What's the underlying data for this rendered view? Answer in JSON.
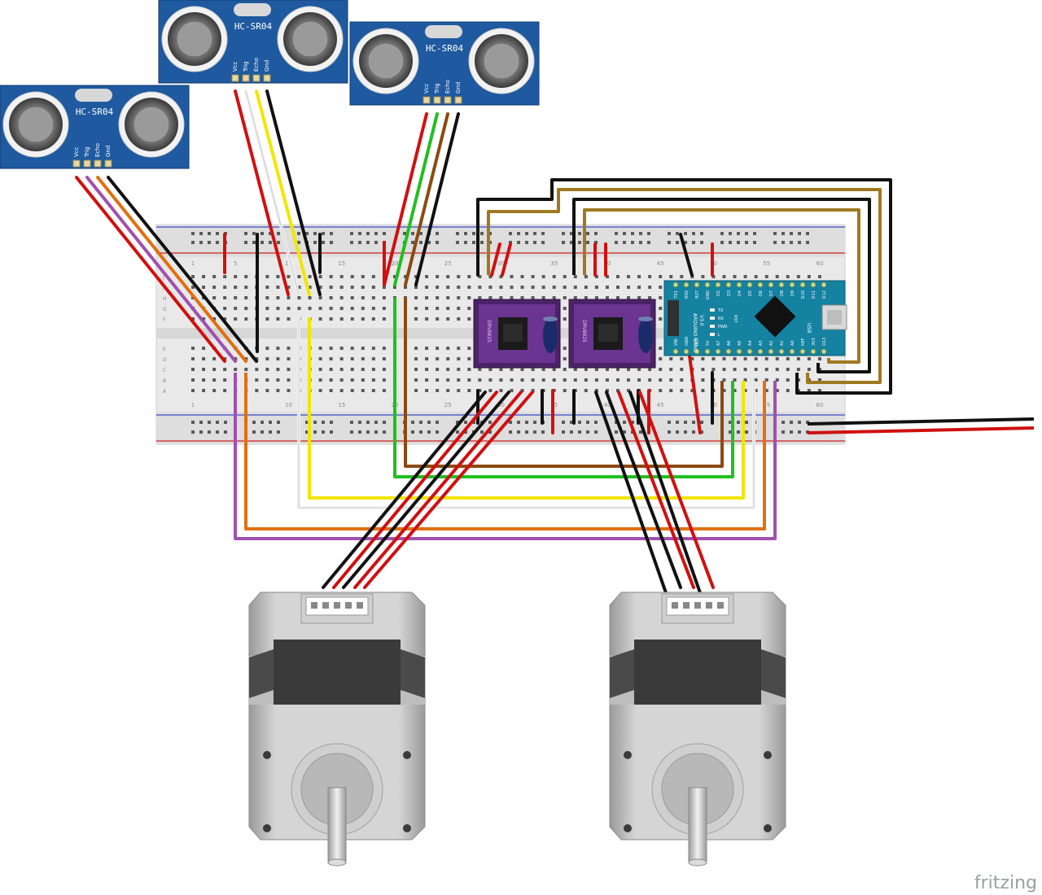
{
  "sensors": {
    "name": "HC-SR04",
    "pins": [
      "Vcc",
      "Trig",
      "Echo",
      "Gnd"
    ]
  },
  "breadboard": {
    "column_numbers": [
      "1",
      "5",
      "10",
      "15",
      "20",
      "25",
      "30",
      "35",
      "40",
      "45",
      "50",
      "55",
      "60"
    ],
    "row_letters_top": [
      "J",
      "I",
      "H",
      "G",
      "F"
    ],
    "row_letters_bottom": [
      "E",
      "D",
      "C",
      "B",
      "A"
    ]
  },
  "drivers": {
    "chip_label": "DRV8825"
  },
  "arduino": {
    "board_label": "ARDUINO NANO",
    "version": "V3.0",
    "usb_label": "USB",
    "top_pins": [
      "D12",
      "D11",
      "D10",
      "D9",
      "D8",
      "D7",
      "D6",
      "D5",
      "D4",
      "D3",
      "D2",
      "GND",
      "RST",
      "RX0",
      "TX1"
    ],
    "bottom_pins": [
      "D13",
      "3V3",
      "REF",
      "A0",
      "A1",
      "A2",
      "A3",
      "A4",
      "A5",
      "A6",
      "A7",
      "5V",
      "RST",
      "GND",
      "VIN"
    ],
    "rst_label": "RST",
    "led_labels": [
      "TX",
      "RX",
      "PWR",
      "L"
    ]
  },
  "watermark": "fritzing",
  "colors": {
    "sensor_blue": "#1f5aa0",
    "driver_purple": "#5a2a7a",
    "arduino_teal": "#127b97",
    "breadboard": "#e9e9e9",
    "wire_red": "#d01010",
    "wire_black": "#111111",
    "wire_yellow": "#f2e600",
    "wire_green": "#20c020",
    "wire_brown": "#8b4a12",
    "wire_orange": "#e07010",
    "wire_purple": "#a050b0",
    "wire_white": "#f2f2f2",
    "wire_gold": "#a07820"
  }
}
